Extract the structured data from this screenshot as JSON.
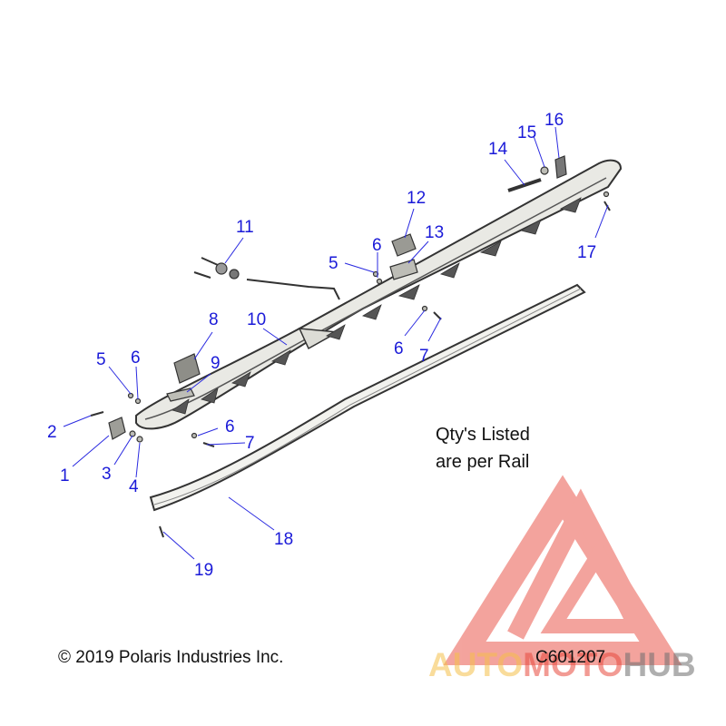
{
  "callouts": [
    {
      "id": "1",
      "label": "1"
    },
    {
      "id": "2",
      "label": "2"
    },
    {
      "id": "3",
      "label": "3"
    },
    {
      "id": "4",
      "label": "4"
    },
    {
      "id": "5a",
      "label": "5"
    },
    {
      "id": "6a",
      "label": "6"
    },
    {
      "id": "5b",
      "label": "5"
    },
    {
      "id": "6b",
      "label": "6"
    },
    {
      "id": "6c",
      "label": "6"
    },
    {
      "id": "6d",
      "label": "6"
    },
    {
      "id": "7a",
      "label": "7"
    },
    {
      "id": "7b",
      "label": "7"
    },
    {
      "id": "8",
      "label": "8"
    },
    {
      "id": "9",
      "label": "9"
    },
    {
      "id": "10",
      "label": "10"
    },
    {
      "id": "11",
      "label": "11"
    },
    {
      "id": "12",
      "label": "12"
    },
    {
      "id": "13",
      "label": "13"
    },
    {
      "id": "14",
      "label": "14"
    },
    {
      "id": "15",
      "label": "15"
    },
    {
      "id": "16",
      "label": "16"
    },
    {
      "id": "17",
      "label": "17"
    },
    {
      "id": "18",
      "label": "18"
    },
    {
      "id": "19",
      "label": "19"
    }
  ],
  "note": {
    "line1": "Qty's Listed",
    "line2": "are per Rail"
  },
  "copyright": "© 2019 Polaris Industries Inc.",
  "diagram_code": "C601207",
  "watermark": {
    "part1": "AUTO",
    "part2": "MOTO",
    "part3": "HUB"
  },
  "colors": {
    "callout": "#1a1ad8",
    "watermark_red": "#e84a3d",
    "watermark_yellow": "#f5c04a",
    "watermark_gray": "#6e6e6e"
  }
}
